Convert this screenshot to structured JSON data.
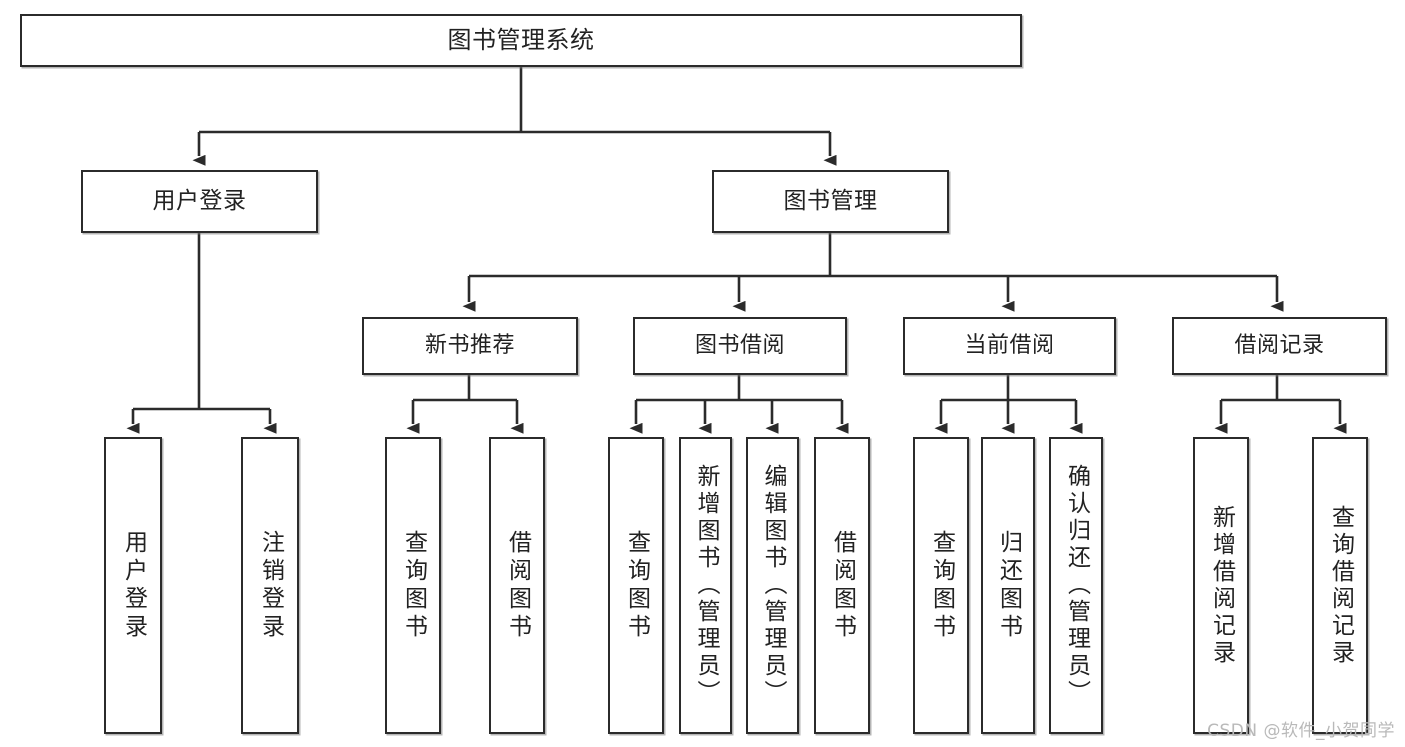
{
  "diagram": {
    "title": "图书管理系统",
    "type": "tree-hierarchy-chart",
    "watermark": "CSDN @软件_小贺同学",
    "root": {
      "id": "root",
      "label": "图书管理系统"
    },
    "level2": [
      {
        "id": "user-login",
        "label": "用户登录"
      },
      {
        "id": "book-manage",
        "label": "图书管理"
      }
    ],
    "level3": [
      {
        "id": "new-book-rec",
        "label": "新书推荐"
      },
      {
        "id": "book-borrow",
        "label": "图书借阅"
      },
      {
        "id": "current-borrow",
        "label": "当前借阅"
      },
      {
        "id": "borrow-record",
        "label": "借阅记录"
      }
    ],
    "leaves": [
      {
        "id": "leaf-user-login",
        "label": "用户登录"
      },
      {
        "id": "leaf-logout",
        "label": "注销登录"
      },
      {
        "id": "leaf-query-book-1",
        "label": "查询图书"
      },
      {
        "id": "leaf-borrow-book-1",
        "label": "借阅图书"
      },
      {
        "id": "leaf-query-book-2",
        "label": "查询图书"
      },
      {
        "id": "leaf-add-book",
        "label": "新增图书（管理员）"
      },
      {
        "id": "leaf-edit-book",
        "label": "编辑图书（管理员）"
      },
      {
        "id": "leaf-borrow-book-2",
        "label": "借阅图书"
      },
      {
        "id": "leaf-query-book-3",
        "label": "查询图书"
      },
      {
        "id": "leaf-return-book",
        "label": "归还图书"
      },
      {
        "id": "leaf-confirm-return",
        "label": "确认归还（管理员）"
      },
      {
        "id": "leaf-add-record",
        "label": "新增借阅记录"
      },
      {
        "id": "leaf-query-record",
        "label": "查询借阅记录"
      }
    ],
    "colors": {
      "stroke": "#2b2b2b",
      "fill": "#ffffff",
      "text": "#222222",
      "watermark": "#b9b9b9"
    }
  }
}
